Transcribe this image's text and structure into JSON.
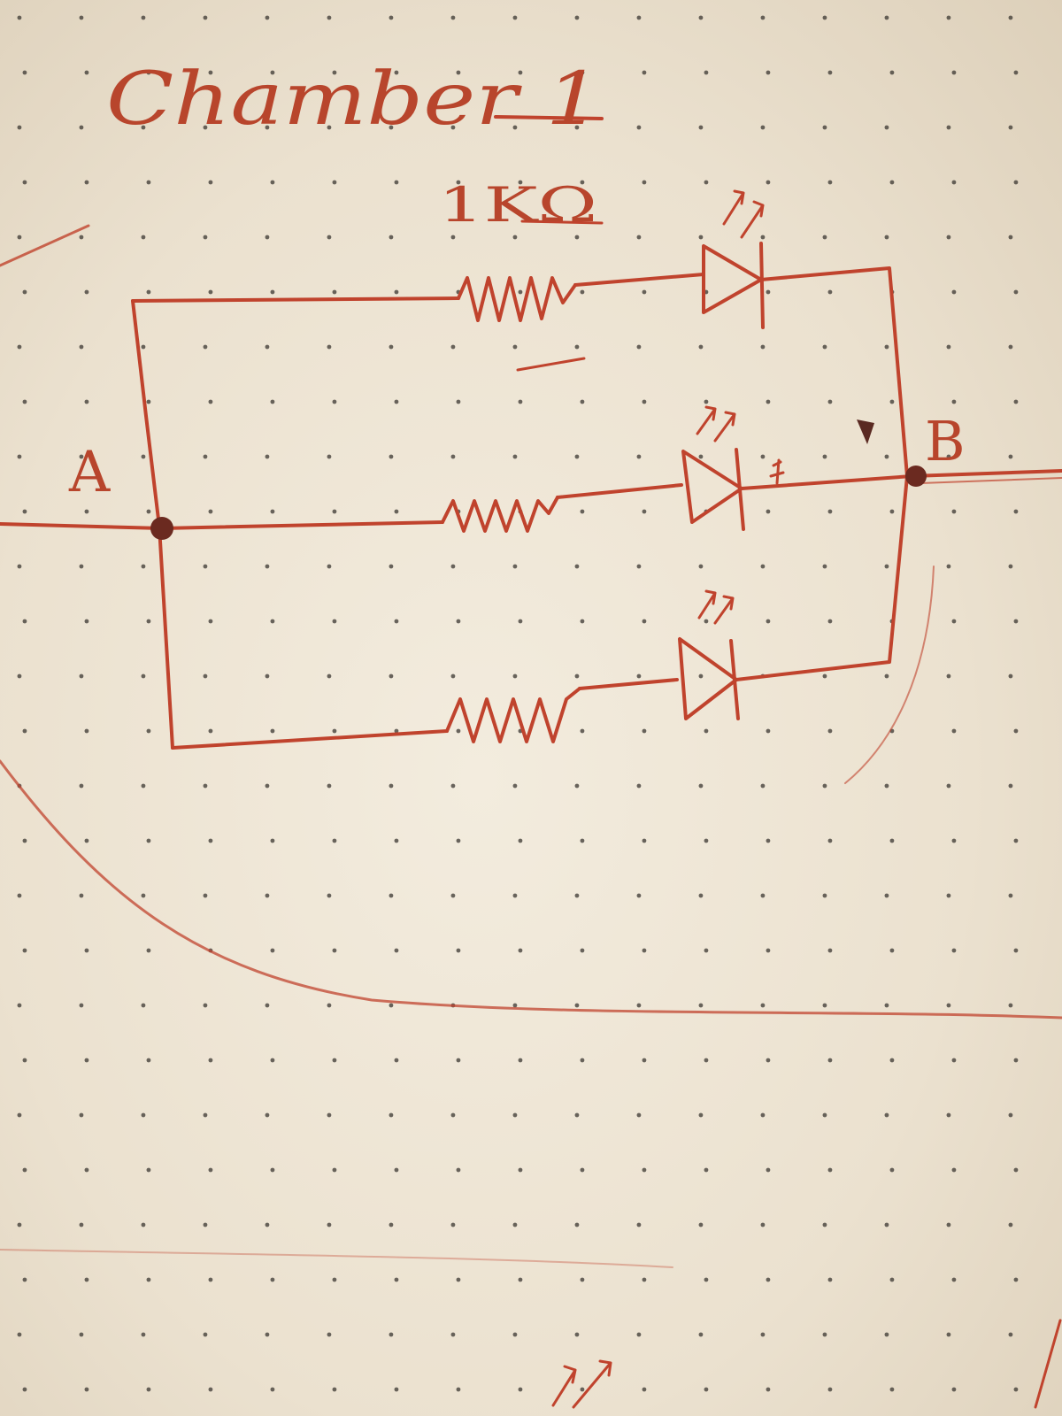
{
  "diagram": {
    "title": "Chamber 1",
    "resistor_label": "1KΩ",
    "node_a_label": "A",
    "node_b_label": "B",
    "branch_count": 3
  },
  "colors": {
    "ink": "#c0432d",
    "paper": "#f1e9da",
    "dot": "#3a3530"
  }
}
